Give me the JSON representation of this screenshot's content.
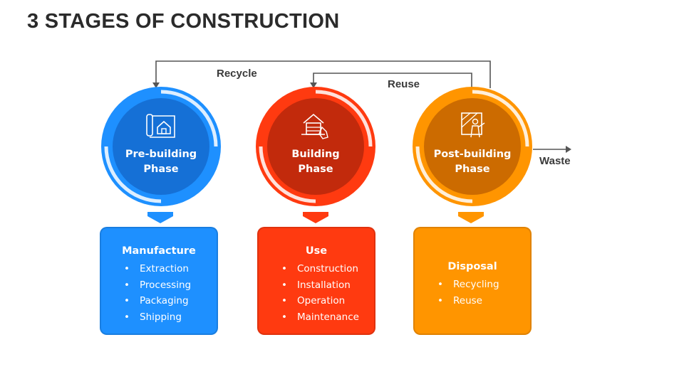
{
  "title": "3 STAGES OF CONSTRUCTION",
  "flows": {
    "recycle": "Recycle",
    "reuse": "Reuse",
    "waste": "Waste"
  },
  "stages": [
    {
      "line1": "Pre-building",
      "line2": "Phase",
      "icon": "blueprint-house-icon",
      "color": "#1e90ff",
      "box": {
        "heading": "Manufacture",
        "items": [
          "Extraction",
          "Processing",
          "Packaging",
          "Shipping"
        ]
      }
    },
    {
      "line1": "Building",
      "line2": "Phase",
      "icon": "house-construction-icon",
      "color": "#ff3a10",
      "box": {
        "heading": "Use",
        "items": [
          "Construction",
          "Installation",
          "Operation",
          "Maintenance"
        ]
      }
    },
    {
      "line1": "Post-building",
      "line2": "Phase",
      "icon": "worker-window-icon",
      "color": "#ff8c00",
      "box": {
        "heading": "Disposal",
        "items": [
          "Recycling",
          "Reuse"
        ]
      }
    }
  ],
  "colors": {
    "blue": "#1e90ff",
    "blue_dark": "#0a6ad0",
    "red": "#ff3a10",
    "red_dark": "#b52d12",
    "orange": "#ff9500",
    "orange_dark": "#c86a00"
  }
}
